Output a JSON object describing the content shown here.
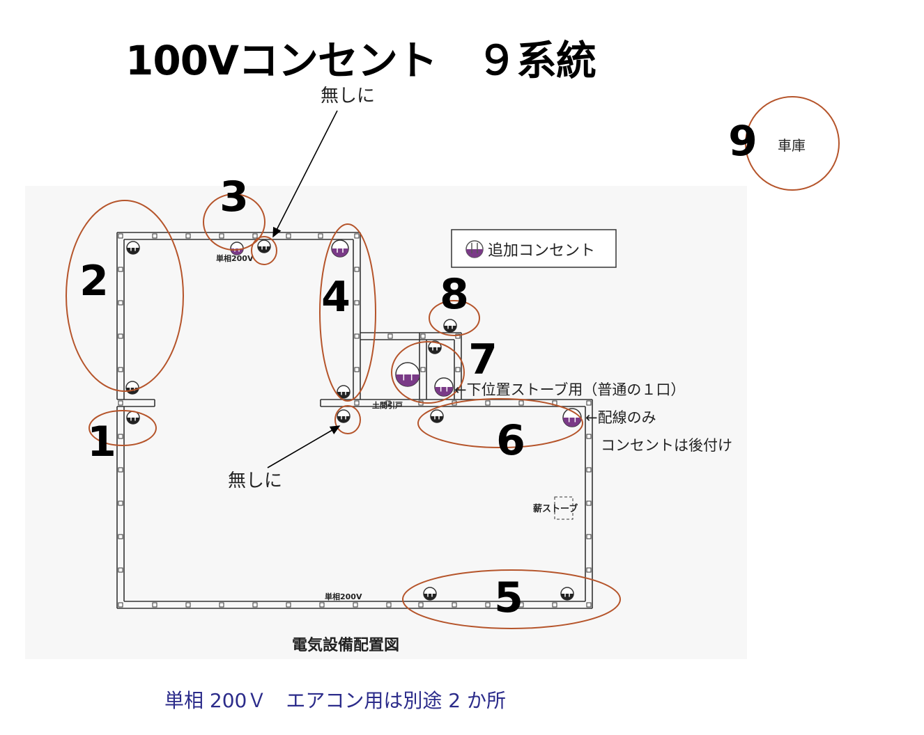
{
  "title": "100Vコンセント　９系統",
  "footer_note": "単相 200Ｖ　エアコン用は別途 2 か所",
  "drawing_title": "電気設備配置図",
  "colors": {
    "circle_stroke": "#b5542a",
    "added_outlet": "#7a3a87",
    "wall": "#333333",
    "footer_text": "#2b2b8a"
  },
  "legend": {
    "icon": "added-outlet-icon",
    "label": "追加コンセント"
  },
  "groups": [
    {
      "id": "1",
      "label": "1"
    },
    {
      "id": "2",
      "label": "2"
    },
    {
      "id": "3",
      "label": "3"
    },
    {
      "id": "4",
      "label": "4"
    },
    {
      "id": "5",
      "label": "5"
    },
    {
      "id": "6",
      "label": "6"
    },
    {
      "id": "7",
      "label": "7"
    },
    {
      "id": "8",
      "label": "8"
    },
    {
      "id": "9",
      "label": "9",
      "room": "車庫"
    }
  ],
  "annotations": {
    "none_top": "無しに",
    "none_bottom": "無しに",
    "stove_outlet": "←下位置ストーブ用（普通の１口）",
    "wiring_only": "←配線のみ",
    "outlet_later": "コンセントは後付け"
  },
  "plan_labels": {
    "single_phase_top": "単相200V",
    "single_phase_bottom": "単相200V",
    "entrance_door": "土間引戸",
    "wood_stove": "薪ストーブ"
  }
}
